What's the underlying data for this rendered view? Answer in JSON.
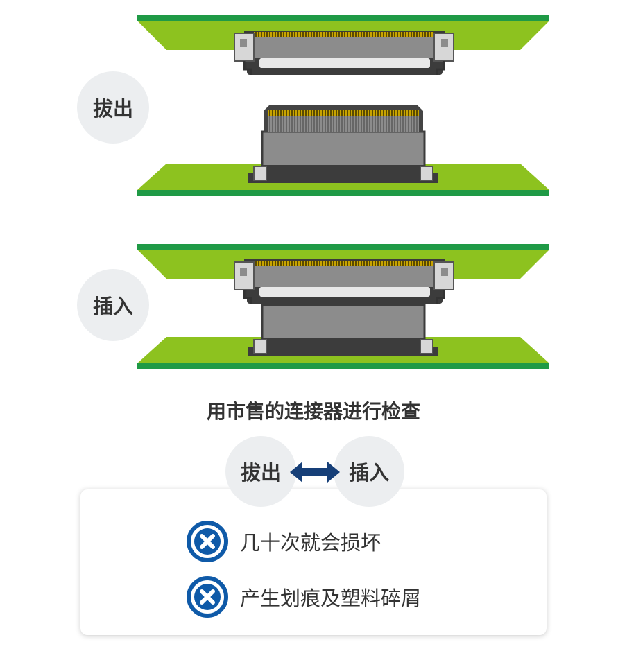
{
  "labels": {
    "pull_out": "拔出",
    "insert": "插入"
  },
  "title": "用市售的连接器进行检查",
  "cycle": {
    "left": "拔出",
    "right": "插入",
    "arrow_icon": "double-arrow-icon"
  },
  "results": [
    {
      "icon": "x-circle-icon",
      "text": "几十次就会损坏"
    },
    {
      "icon": "x-circle-icon",
      "text": "产生划痕及塑料碎屑"
    }
  ],
  "colors": {
    "pcb_green": "#8dc21f",
    "pcb_edge": "#1f9a46",
    "connector_gray": "#8c8c8c",
    "connector_dark": "#3c3c3c",
    "pin_gold": "#c8a400",
    "accent_blue": "#0f5aa8",
    "arrow_blue": "#163f78"
  }
}
